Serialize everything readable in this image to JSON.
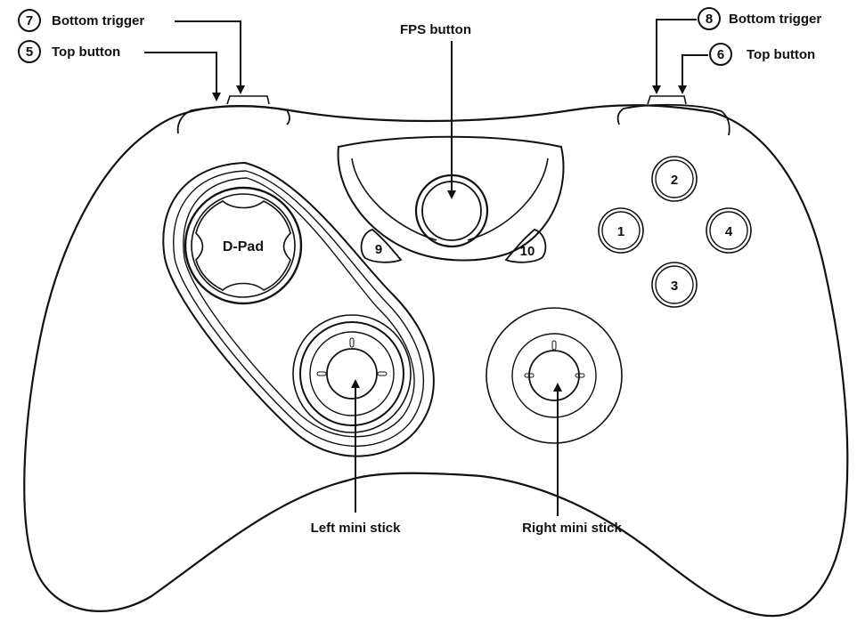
{
  "callouts": {
    "c7": {
      "num": "7",
      "text": "Bottom trigger"
    },
    "c5": {
      "num": "5",
      "text": "Top button"
    },
    "c8": {
      "num": "8",
      "text": "Bottom trigger"
    },
    "c6": {
      "num": "6",
      "text": "Top button"
    },
    "fps": {
      "text": "FPS button"
    },
    "left_stick": {
      "text": "Left mini stick"
    },
    "right_stick": {
      "text": "Right mini stick"
    }
  },
  "face_buttons": {
    "b1": "1",
    "b2": "2",
    "b3": "3",
    "b4": "4"
  },
  "small_buttons": {
    "b9": "9",
    "b10": "10"
  },
  "dpad": {
    "label": "D-Pad"
  }
}
